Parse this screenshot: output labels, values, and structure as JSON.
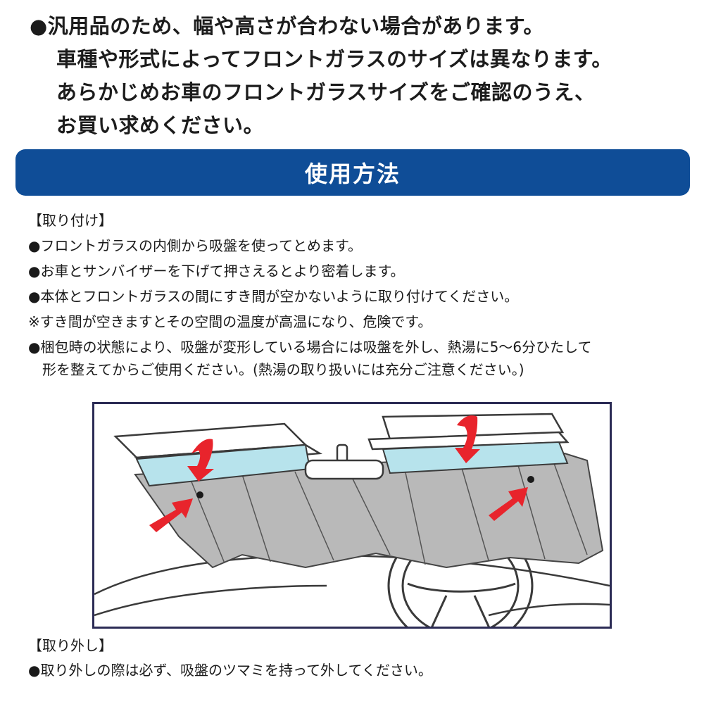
{
  "notice": {
    "line1": "●汎用品のため、幅や高さが合わない場合があります。",
    "line2": "車種や形式によってフロントガラスのサイズは異なります。",
    "line3": "あらかじめお車のフロントガラスサイズをご確認のうえ、",
    "line4": "お買い求めください。"
  },
  "section_title": "使用方法",
  "attach": {
    "heading": "【取り付け】",
    "item1": "●フロントガラスの内側から吸盤を使ってとめます。",
    "item2": "●お車とサンバイザーを下げて押さえるとより密着します。",
    "item3": "●本体とフロントガラスの間にすき間が空かないように取り付けてください。",
    "item4": "※すき間が空きますとその空間の温度が高温になり、危険です。",
    "item5_line1": "●梱包時の状態により、吸盤が変形している場合には吸盤を外し、熱湯に5～6分ひたして",
    "item5_line2": "形を整えてからご使用ください。(熱湯の取り扱いには充分ご注意ください。)"
  },
  "remove": {
    "heading": "【取り外し】",
    "item1": "●取り外しの際は必ず、吸盤のツマミを持って外してください。"
  },
  "colors": {
    "banner": "#0f4d97",
    "arrow": "#e8242c",
    "sunvisor_band": "#b7e3ec",
    "shade": "#b9b9b9",
    "frame": "#2b2b55"
  }
}
